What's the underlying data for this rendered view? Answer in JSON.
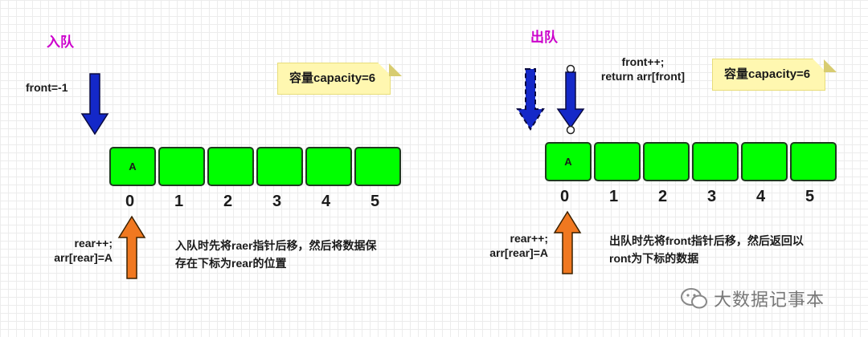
{
  "enqueue": {
    "title": "入队",
    "front_label": "front=-1",
    "capacity_label": "容量capacity=6",
    "cells": [
      "A",
      "",
      "",
      "",
      "",
      ""
    ],
    "indices": [
      "0",
      "1",
      "2",
      "3",
      "4",
      "5"
    ],
    "rear_code": [
      "rear++;",
      "arr[rear]=A"
    ],
    "description": [
      "入队时先将raer指针后移，然后将数据保",
      "存在下标为rear的位置"
    ]
  },
  "dequeue": {
    "title": "出队",
    "front_code": [
      "front++;",
      "return arr[front]"
    ],
    "capacity_label": "容量capacity=6",
    "cells": [
      "A",
      "",
      "",
      "",
      "",
      ""
    ],
    "indices": [
      "0",
      "1",
      "2",
      "3",
      "4",
      "5"
    ],
    "rear_code": [
      "rear++;",
      "arr[rear]=A"
    ],
    "description": [
      "出队时先将front指针后移，然后返回以",
      "ront为下标的数据"
    ]
  },
  "watermark": "大数据记事本",
  "colors": {
    "cell_fill": "#00ff00",
    "front_arrow": "#1428c8",
    "rear_arrow": "#f07820",
    "title": "#cc00cc",
    "note_bg": "#fff7b0"
  }
}
